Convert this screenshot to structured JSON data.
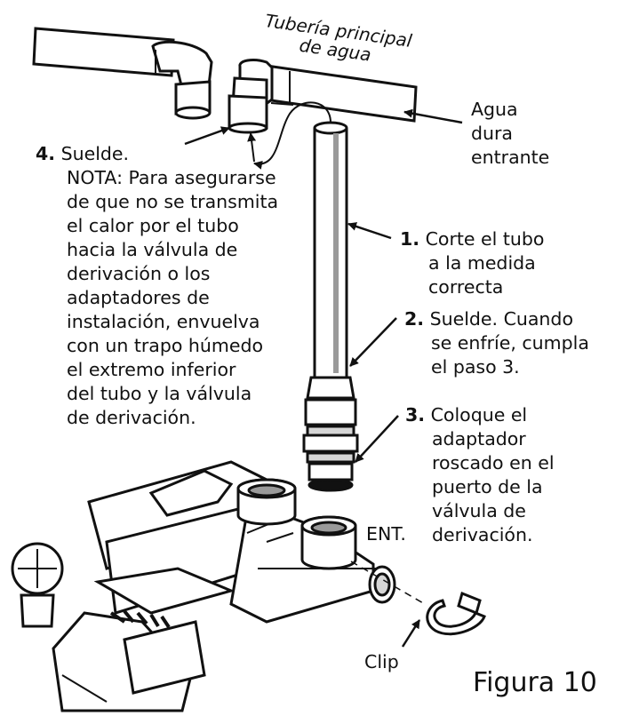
{
  "pipe_label": {
    "line1": "Tubería principal",
    "line2": "de agua"
  },
  "water_in": [
    "Agua",
    "dura",
    "entrante"
  ],
  "step1": {
    "number": "1.",
    "lines": [
      "Corte el tubo",
      "a la medida",
      "correcta"
    ]
  },
  "step2": {
    "number": "2.",
    "lines": [
      "Suelde. Cuando",
      "se enfríe, cumpla",
      "el paso 3."
    ]
  },
  "step3": {
    "number": "3.",
    "lines": [
      "Coloque el",
      "adaptador",
      "roscado en el",
      "puerto de la",
      "válvula de",
      "derivación."
    ]
  },
  "step4": {
    "number": "4.",
    "title": "Suelde.",
    "note_lines": [
      "NOTA: Para asegurarse",
      "de que no se transmita",
      "el calor por el tubo",
      "hacia la válvula de",
      "derivación o los",
      "adaptadores de",
      "instalación, envuelva",
      "con un trapo húmedo",
      "el extremo inferior",
      "del tubo y la válvula",
      "de derivación."
    ]
  },
  "port_label": "ENT.",
  "clip_label": "Clip",
  "figure_label": "Figura 10",
  "colors": {
    "ink": "#111111",
    "paper": "#ffffff",
    "shade": "#9a9a9a",
    "light_shade": "#d6d6d6"
  }
}
